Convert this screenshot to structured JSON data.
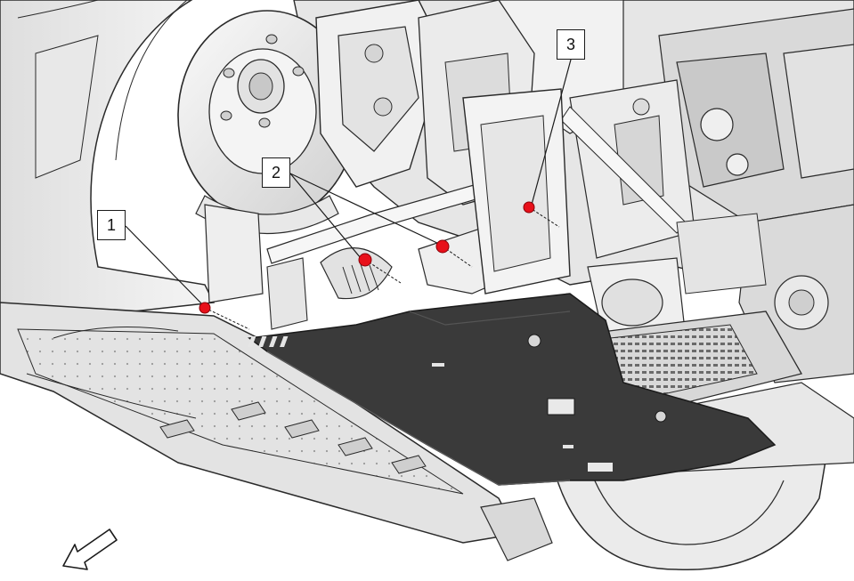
{
  "callouts": [
    {
      "label": "1"
    },
    {
      "label": "2"
    },
    {
      "label": "3"
    }
  ],
  "colors": {
    "fastener_marker": "#e8101a",
    "skid_plate": "#3a3a3a",
    "outline": "#2a2a2a",
    "body_light": "#f0f0f0",
    "body_mid": "#d4d4d4"
  },
  "icons": [
    "front-direction-arrow-icon"
  ]
}
